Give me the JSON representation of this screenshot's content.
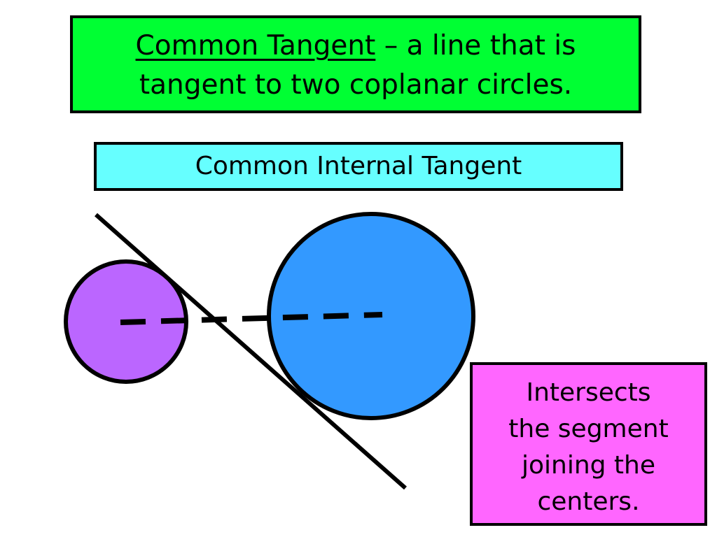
{
  "definition": {
    "term": "Common Tangent",
    "rest": " – a line that is tangent to two coplanar circles."
  },
  "diagram_title": "Common Internal Tangent",
  "note": {
    "lines": [
      "Intersects",
      "the segment",
      "joining the",
      "centers."
    ]
  },
  "colors": {
    "definition_bg": "#00ff33",
    "title_bg": "#66ffff",
    "note_bg": "#ff66ff",
    "small_circle": "#bb66ff",
    "large_circle": "#3399ff",
    "stroke": "#000000"
  }
}
